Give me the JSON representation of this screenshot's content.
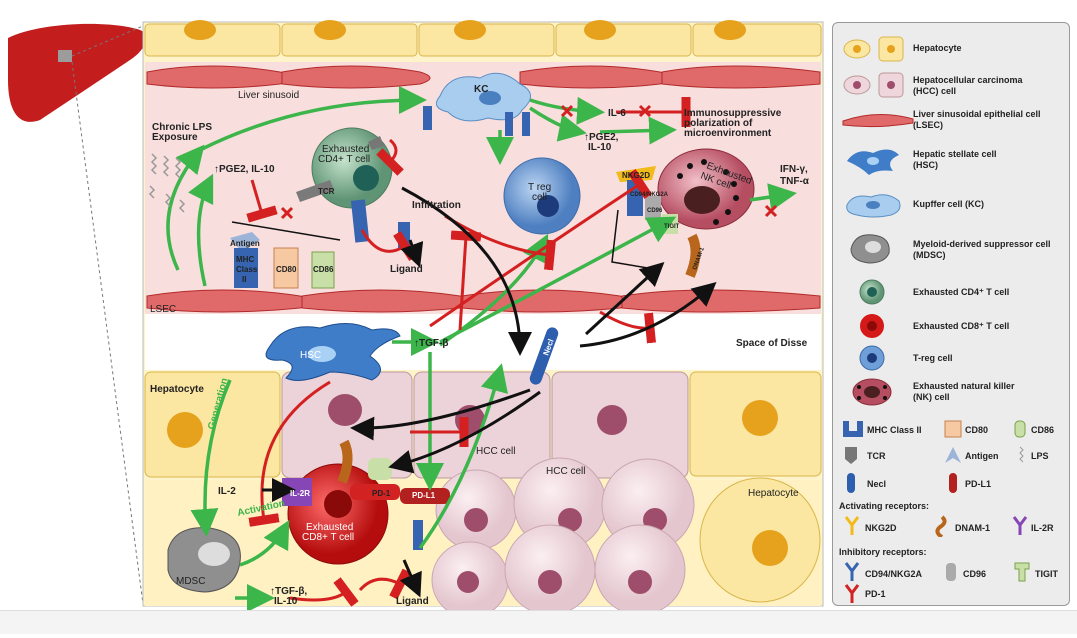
{
  "labels": {
    "liver_sinusoid": "Liver sinusoid",
    "kc": "KC",
    "il6": "IL-6",
    "immuno_1": "Immunosuppressive",
    "immuno_2": "polarization of",
    "immuno_3": "microenvironment",
    "pge2_il10_top_1": "↑PGE2,",
    "pge2_il10_top_2": "IL-10",
    "chronic_lps_1": "Chronic LPS",
    "chronic_lps_2": "Exposure",
    "pge2_il10_left": "↑PGE2, IL-10",
    "exhausted_cd4_1": "Exhausted",
    "exhausted_cd4_2": "CD4+ T cell",
    "tcr": "TCR",
    "infiltration": "Infiltration",
    "treg_1": "T reg",
    "treg_2": "cell",
    "antigen": "Antigen",
    "mhc_1": "MHC",
    "mhc_2": "Class",
    "mhc_3": "II",
    "cd80": "CD80",
    "cd86": "CD86",
    "ligand_top": "Ligand",
    "lsec": "LSEC",
    "nkg2d": "NKG2D",
    "exhausted_nk_1": "Exhausted",
    "exhausted_nk_2": "NK cell",
    "ifn": "IFN-γ,",
    "tnf": "TNF-α",
    "cd94": "CD94/NKG2A",
    "cd96": "CD96",
    "tigit": "TIGIT",
    "dnam": "DNAM-1",
    "hsc": "HSC",
    "tgfb_mid": "↑TGF-β",
    "space_disse": "Space of Disse",
    "necl": "Necl",
    "hepatocyte_left": "Hepatocyte",
    "generation": "Generation",
    "hcc_cell_1": "HCC cell",
    "hcc_cell_2": "HCC cell",
    "hepatocyte_right": "Hepatocyte",
    "il2": "IL-2",
    "il2r": "IL-2R",
    "activation": "Activation",
    "pd1": "PD-1",
    "pdl1": "PD-L1",
    "exhausted_cd8_1": "Exhausted",
    "exhausted_cd8_2": "CD8+ T cell",
    "mdsc": "MDSC",
    "tgfb_bottom_1": "↑TGF-β,",
    "tgfb_bottom_2": "IL-10",
    "ligand_bottom": "Ligand"
  },
  "legend": {
    "hepatocyte": "Hepatocyte",
    "hcc_1": "Hepatocellular carcinoma",
    "hcc_2": "(HCC) cell",
    "lsec_1": "Liver sinusoidal epithelial cell",
    "lsec_2": "(LSEC)",
    "hsc_1": "Hepatic stellate cell",
    "hsc_2": "(HSC)",
    "kc": "Kupffer cell (KC)",
    "mdsc_1": "Myeloid-derived suppressor cell",
    "mdsc_2": "(MDSC)",
    "cd4": "Exhausted CD4⁺ T cell",
    "cd8": "Exhausted CD8⁺ T cell",
    "treg": "T-reg cell",
    "nk_1": "Exhausted natural killer",
    "nk_2": "(NK) cell",
    "mhc": "MHC Class II",
    "cd80": "CD80",
    "cd86": "CD86",
    "tcr": "TCR",
    "antigen": "Antigen",
    "lps": "LPS",
    "necl": "Necl",
    "pdl1": "PD-L1",
    "activating": "Activating receptors:",
    "nkg2d": "NKG2D",
    "dnam": "DNAM-1",
    "il2r": "IL-2R",
    "inhibitory": "Inhibitory receptors:",
    "cd94": "CD94/NKG2A",
    "cd96": "CD96",
    "tigit": "TIGIT",
    "pd1": "PD-1"
  },
  "colors": {
    "hepatocyte_fill": "#fbe7a2",
    "hepatocyte_nucleus": "#e6a21c",
    "sinusoid_bg": "#f9dede",
    "lsec": "#c93a3a",
    "hcc_fill": "#efd5dc",
    "hcc_nucleus": "#9e4d6a",
    "kc": "#a9cdee",
    "treg": "#6f9fd8",
    "cd4": "#7fae91",
    "cd8": "#d51818",
    "green_arrow": "#3cb54a",
    "red_inhibit": "#d42020",
    "mhc": "#3664b0",
    "liver": "#c31d1d"
  }
}
